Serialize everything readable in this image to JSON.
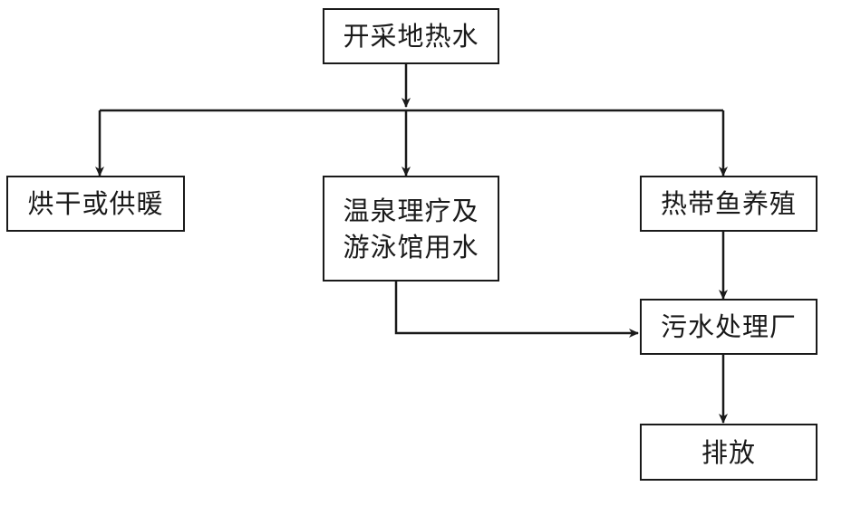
{
  "diagram": {
    "nodes": {
      "source": {
        "label": "开采地热水"
      },
      "drying": {
        "label": "烘干或供暖"
      },
      "spa": {
        "line1": "温泉理疗及",
        "line2": "游泳馆用水"
      },
      "fish": {
        "label": "热带鱼养殖"
      },
      "treatment": {
        "label": "污水处理厂"
      },
      "discharge": {
        "label": "排放"
      }
    },
    "edges": [
      {
        "from": "source",
        "to": "drying"
      },
      {
        "from": "source",
        "to": "spa"
      },
      {
        "from": "source",
        "to": "fish"
      },
      {
        "from": "spa",
        "to": "treatment"
      },
      {
        "from": "fish",
        "to": "treatment"
      },
      {
        "from": "treatment",
        "to": "discharge"
      }
    ],
    "colors": {
      "stroke": "#1a1a1a",
      "background": "#ffffff"
    }
  }
}
